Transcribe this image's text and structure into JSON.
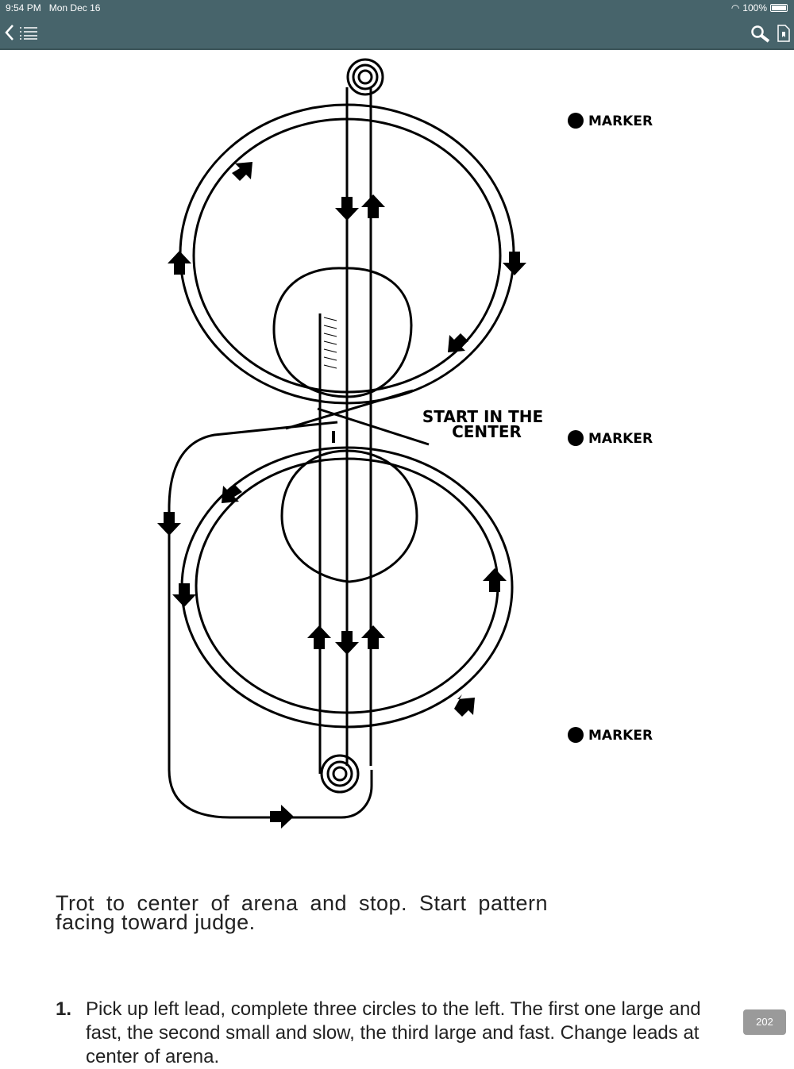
{
  "status_bar": {
    "time": "9:54 PM",
    "date": "Mon Dec 16",
    "battery": "100%"
  },
  "nav": {
    "icons": [
      "back-icon",
      "list-icon",
      "search-icon",
      "bookmark-icon"
    ]
  },
  "diagram": {
    "markers": [
      "MARKER",
      "MARKER",
      "MARKER"
    ],
    "start_label_1": "START IN THE",
    "start_label_2": "CENTER"
  },
  "content": {
    "intro": "Trot to center of arena and stop. Start pattern facing toward judge.",
    "step_number": "1.",
    "step_text": "Pick up left lead, complete three circles to the left. The first one large and fast, the second small and slow, the third large and fast. Change leads at center of arena."
  },
  "page_number": "202"
}
